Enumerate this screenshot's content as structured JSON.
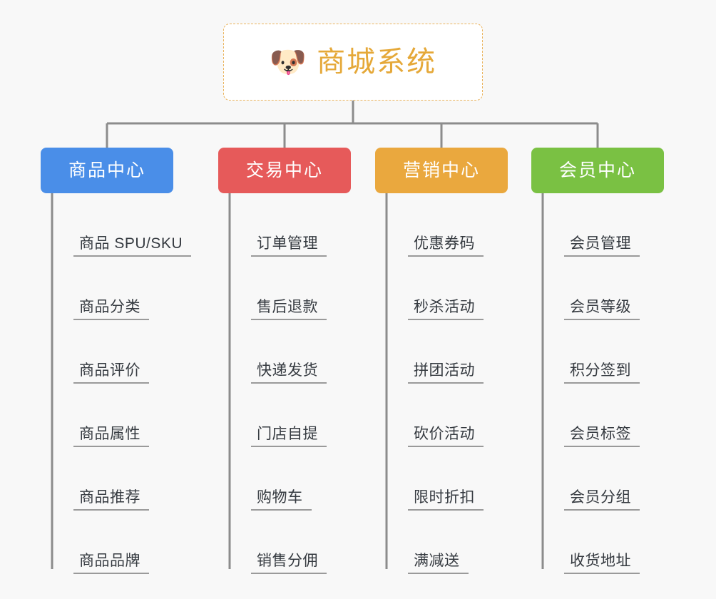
{
  "diagram": {
    "title": "商城系统",
    "type": "mindmap",
    "background_color": "#f8f8f8",
    "connector_color": "#8c8c8c"
  },
  "root": {
    "label": "商城系统",
    "icon": "dog-face-emoji",
    "icon_glyph": "🐶",
    "text_color": "#e5a838",
    "border_color": "#eab35c",
    "background_color": "#ffffff"
  },
  "branches": [
    {
      "label": "商品中心",
      "color": "#4a8ee8",
      "items": [
        {
          "label": "商品 SPU/SKU"
        },
        {
          "label": "商品分类"
        },
        {
          "label": "商品评价"
        },
        {
          "label": "商品属性"
        },
        {
          "label": "商品推荐"
        },
        {
          "label": "商品品牌"
        }
      ]
    },
    {
      "label": "交易中心",
      "color": "#e65a5a",
      "items": [
        {
          "label": "订单管理"
        },
        {
          "label": "售后退款"
        },
        {
          "label": "快递发货"
        },
        {
          "label": "门店自提"
        },
        {
          "label": "购物车"
        },
        {
          "label": "销售分佣"
        }
      ]
    },
    {
      "label": "营销中心",
      "color": "#eaa83e",
      "items": [
        {
          "label": "优惠券码"
        },
        {
          "label": "秒杀活动"
        },
        {
          "label": "拼团活动"
        },
        {
          "label": "砍价活动"
        },
        {
          "label": "限时折扣"
        },
        {
          "label": "满减送"
        }
      ]
    },
    {
      "label": "会员中心",
      "color": "#7ac143",
      "items": [
        {
          "label": "会员管理"
        },
        {
          "label": "会员等级"
        },
        {
          "label": "积分签到"
        },
        {
          "label": "会员标签"
        },
        {
          "label": "会员分组"
        },
        {
          "label": "收货地址"
        }
      ]
    }
  ]
}
